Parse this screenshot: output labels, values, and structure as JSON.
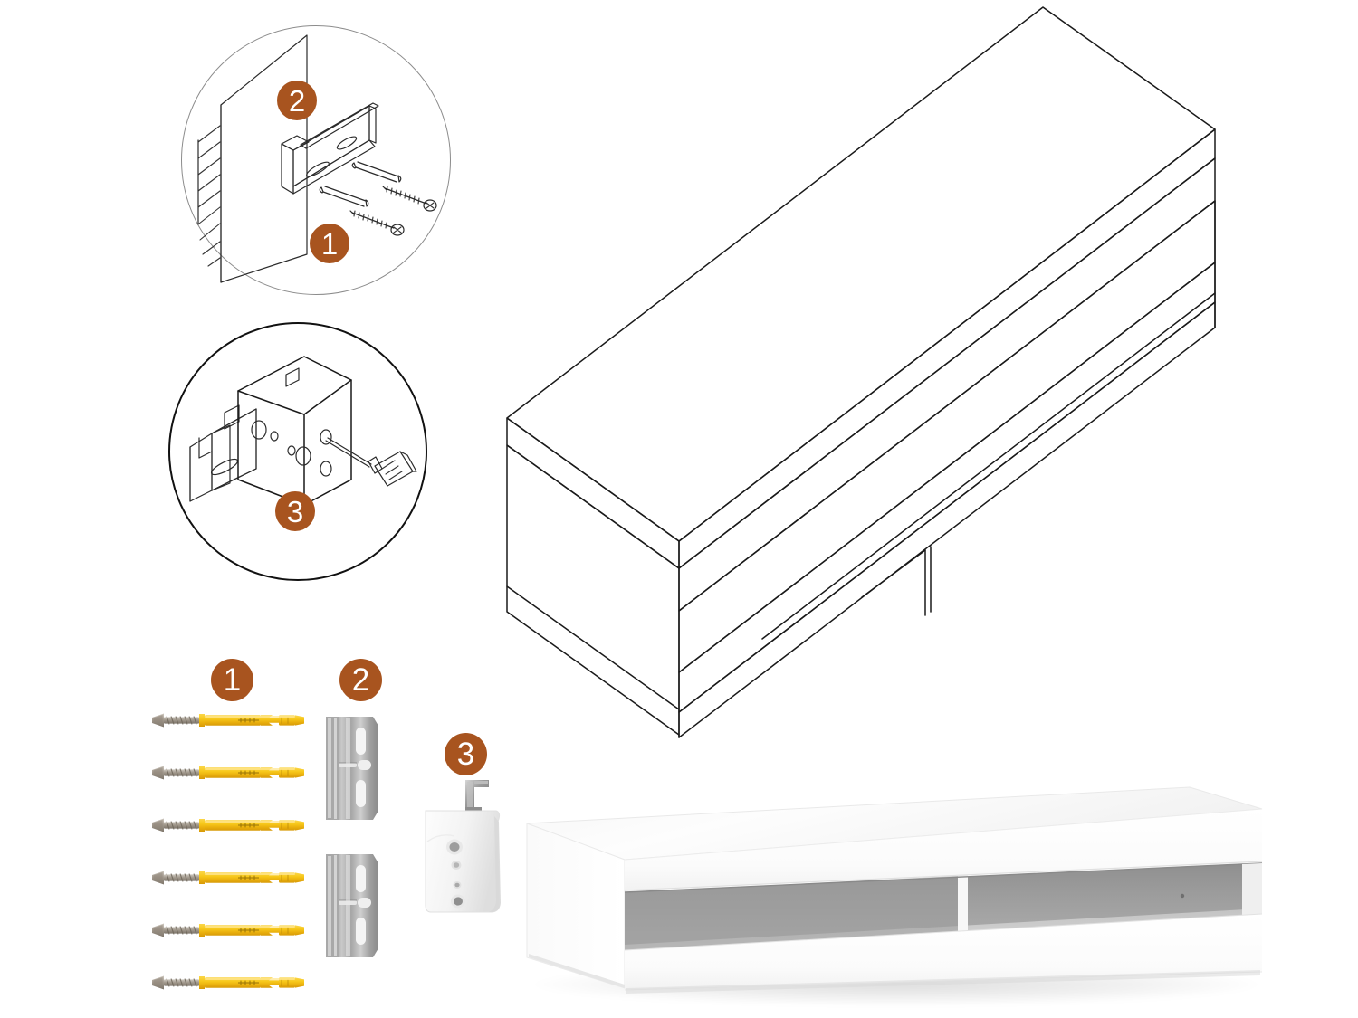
{
  "document": {
    "type": "furniture-assembly-instruction-sheet",
    "product_name": "Wall-mounted TV media console",
    "background_color": "#ffffff",
    "badge_color": "#a8541f",
    "badge_text_color": "#ffffff"
  },
  "step_badges": {
    "one": "1",
    "two": "2",
    "three": "3"
  },
  "detail_views": [
    {
      "id": "detail-view-wall-bracket",
      "title": "",
      "outline_color": "#8c8c8c",
      "badges": [
        "2",
        "1"
      ],
      "contents": [
        "wall-surface-hatched",
        "metal-wall-bracket",
        "wall-anchor-with-screw",
        "wall-anchor-with-screw"
      ]
    },
    {
      "id": "detail-view-cabinet-hanger",
      "title": "",
      "outline_color": "#111111",
      "badges": [
        "3"
      ],
      "contents": [
        "cabinet-corner-block",
        "metal-wall-bracket",
        "hanging-bracket",
        "screwdriver"
      ]
    }
  ],
  "line_drawing": {
    "id": "console-isometric-line-drawing",
    "description": "Isometric outline of wall-mounted media console with two open compartments",
    "stroke_color": "#1a1a1a"
  },
  "parts_list": {
    "items": [
      {
        "number": "1",
        "name": "wall-anchor-with-screw",
        "quantity": 6,
        "anchor_color": "#f5c218",
        "screw_color": "#9a9086"
      },
      {
        "number": "2",
        "name": "metal-wall-bracket",
        "quantity": 2,
        "color": "#b9b9b9"
      },
      {
        "number": "3",
        "name": "white-hanging-bracket",
        "quantity": 1,
        "color": "#f4f4f4"
      }
    ]
  },
  "product_photo": {
    "id": "console-product-photo",
    "name": "white-media-console",
    "body_color": "#ffffff",
    "interior_color": "#9c9c9c",
    "divider_color": "#f2f2f2",
    "compartments": 2,
    "top_surface_color": "#fbfbfb"
  }
}
